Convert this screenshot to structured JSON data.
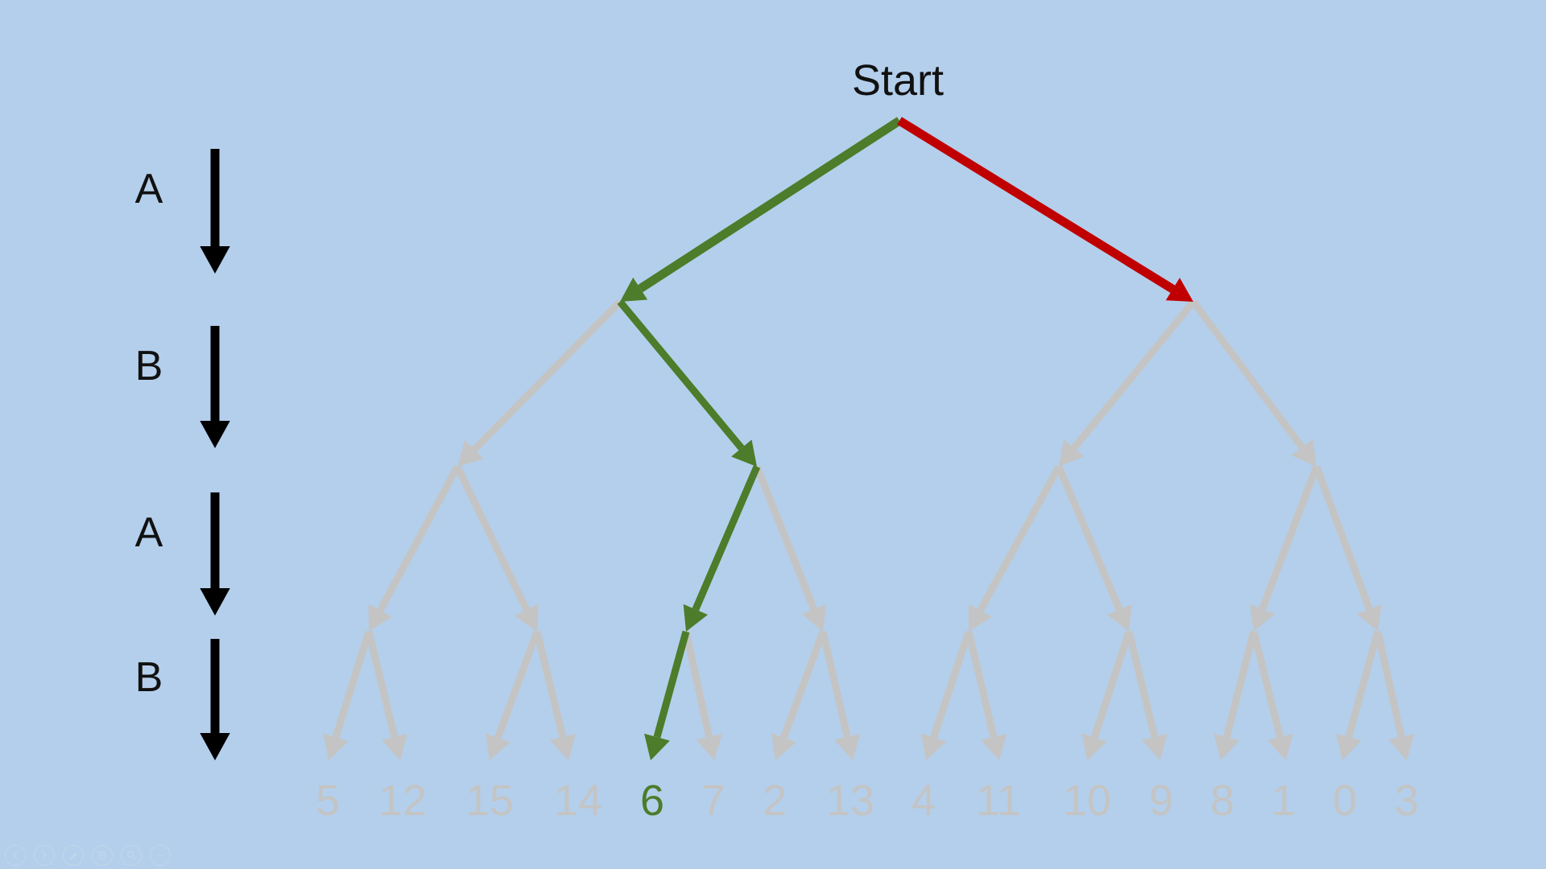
{
  "title": "Start",
  "levels": [
    {
      "label": "A"
    },
    {
      "label": "B"
    },
    {
      "label": "A"
    },
    {
      "label": "B"
    }
  ],
  "leaves": [
    "5",
    "12",
    "15",
    "14",
    "6",
    "7",
    "2",
    "13",
    "4",
    "11",
    "10",
    "9",
    "8",
    "1",
    "0",
    "3"
  ],
  "highlighted_leaf_index": 4,
  "colors": {
    "background": "#b4cfeb",
    "chosen_path": "#4d7c2a",
    "rejected_branch": "#c00000",
    "inactive": "#c4c4c4",
    "level_arrow": "#000000",
    "text": "#111111"
  },
  "toolbar": {
    "icons": [
      "prev-icon",
      "next-icon",
      "pen-icon",
      "slides-icon",
      "zoom-icon",
      "more-icon"
    ]
  }
}
